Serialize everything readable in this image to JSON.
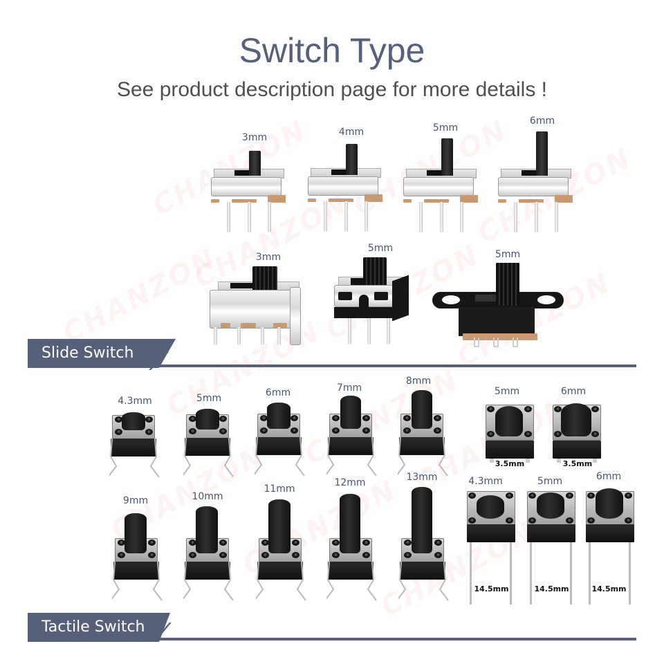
{
  "header": {
    "title": "Switch Type",
    "subtitle": "See product description page for more details !"
  },
  "watermark": "CHANZON",
  "colors": {
    "brand_band": "#56607a",
    "title": "#56607a",
    "subtitle": "#4f4f4f",
    "label": "#4a5470"
  },
  "sections": {
    "slide": {
      "label": "Slide Switch",
      "row1": [
        {
          "size": "3mm"
        },
        {
          "size": "4mm"
        },
        {
          "size": "5mm"
        },
        {
          "size": "6mm"
        }
      ],
      "row2": [
        {
          "size": "3mm"
        },
        {
          "size": "5mm"
        },
        {
          "size": "5mm"
        }
      ]
    },
    "tactile": {
      "label": "Tactile Switch",
      "row1": [
        {
          "size": "4.3mm"
        },
        {
          "size": "5mm"
        },
        {
          "size": "6mm"
        },
        {
          "size": "7mm"
        },
        {
          "size": "8mm"
        }
      ],
      "row2": [
        {
          "size": "9mm"
        },
        {
          "size": "10mm"
        },
        {
          "size": "11mm"
        },
        {
          "size": "12mm"
        },
        {
          "size": "13mm"
        }
      ],
      "smd": [
        {
          "size": "5mm",
          "pin": "3.5mm"
        },
        {
          "size": "6mm",
          "pin": "3.5mm"
        }
      ],
      "long_leg": [
        {
          "size": "4.3mm",
          "leg": "14.5mm"
        },
        {
          "size": "5mm",
          "leg": "14.5mm"
        },
        {
          "size": "6mm",
          "leg": "14.5mm"
        }
      ]
    }
  }
}
